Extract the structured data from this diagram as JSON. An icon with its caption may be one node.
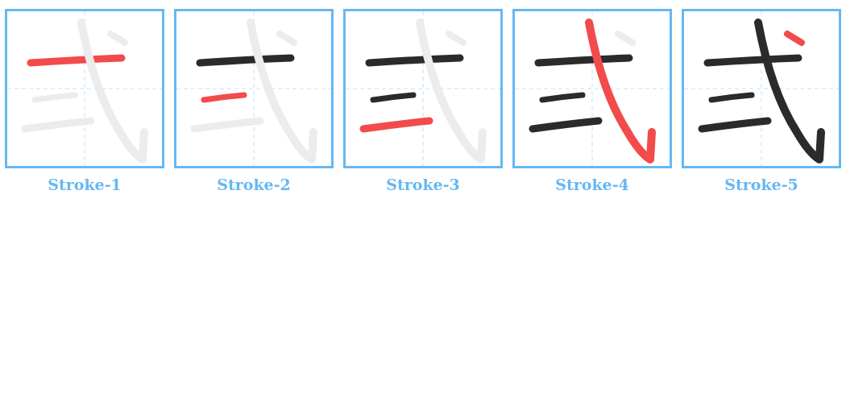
{
  "diagram": {
    "nodes": [
      {
        "text": [
          "Stroke-1"
        ]
      },
      {
        "text": [
          "Stroke-2"
        ]
      },
      {
        "text": [
          "Stroke-3"
        ]
      },
      {
        "text": [
          "Stroke-4"
        ]
      },
      {
        "text": [
          "Stroke-5"
        ]
      }
    ]
  }
}
